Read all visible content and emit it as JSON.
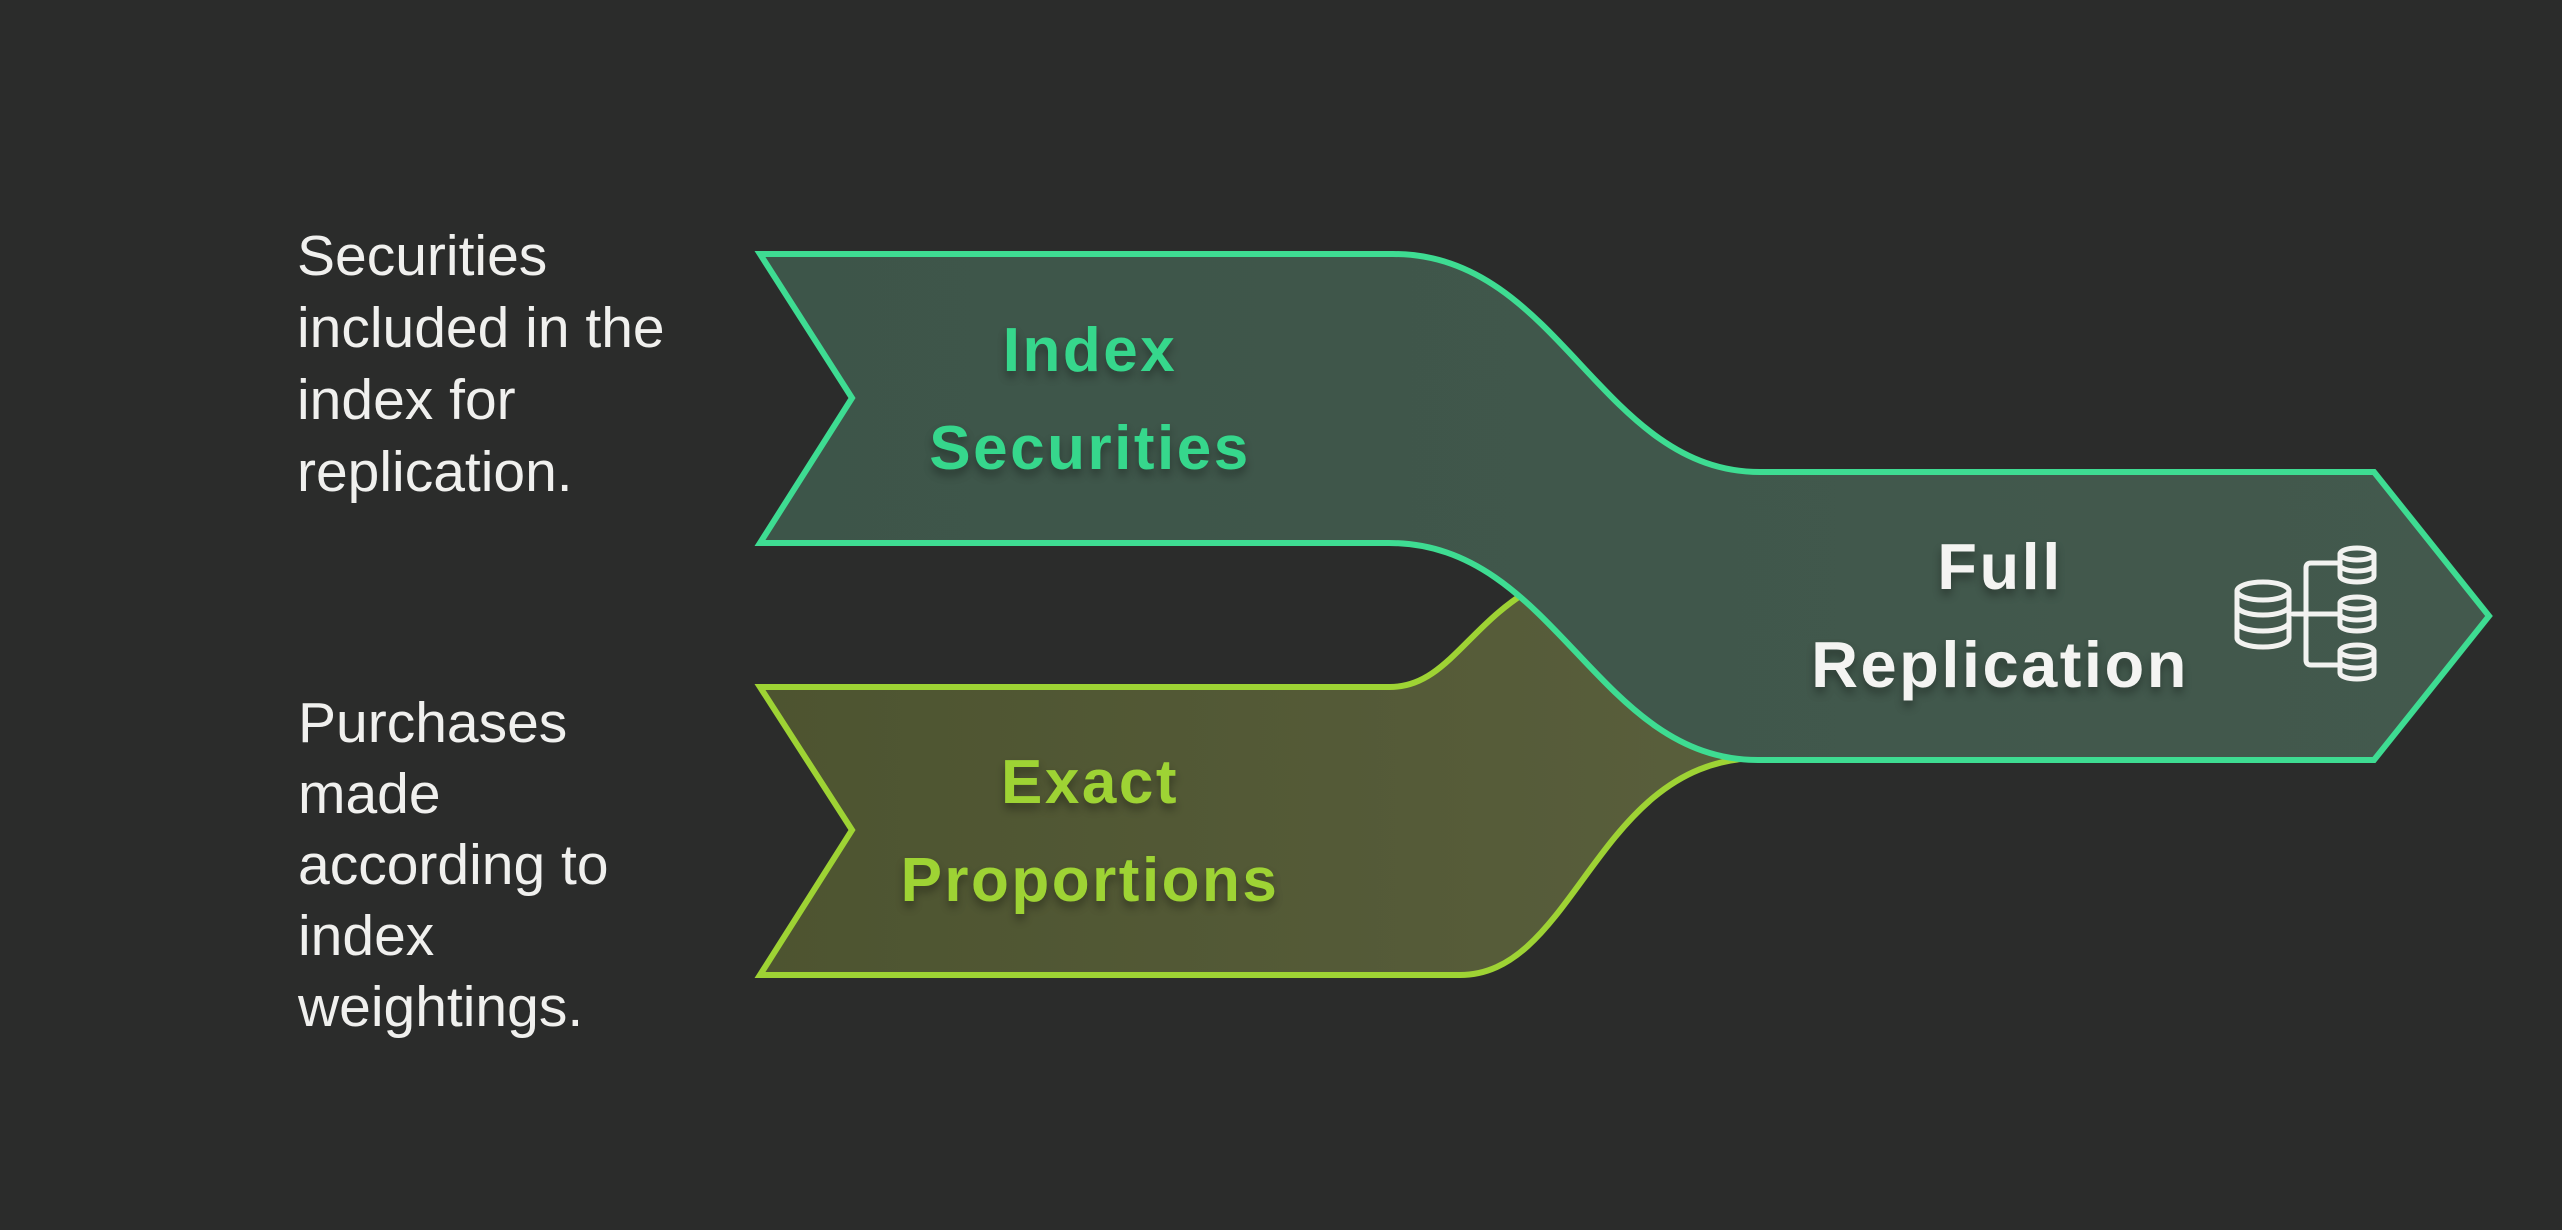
{
  "diagram_title": "Full Replication flow diagram",
  "colors": {
    "background": "#2b2c2b",
    "index_fill_left": "#3d5549",
    "index_fill_right": "#43594d",
    "index_stroke": "#3edc92",
    "index_text": "#36d78c",
    "exact_fill_left": "#4d5430",
    "exact_fill_right": "#5c613f",
    "exact_stroke": "#9ed334",
    "exact_text": "#9ed334",
    "full_text": "#f4f4f2",
    "icon_stroke": "#f2f2f0",
    "annotation_text": "#f0f0ee"
  },
  "annotations": {
    "securities": {
      "lines": [
        "Securities",
        "included in the",
        "index for",
        "replication."
      ]
    },
    "purchases": {
      "lines": [
        "Purchases",
        "made",
        "according to",
        "index",
        "weightings."
      ]
    }
  },
  "banners": {
    "index": {
      "label_lines": [
        "Index",
        "Securities"
      ]
    },
    "exact": {
      "label_lines": [
        "Exact",
        "Proportions"
      ]
    },
    "full": {
      "label_lines": [
        "Full",
        "Replication"
      ]
    }
  },
  "icon": {
    "name": "database-replication-icon"
  }
}
